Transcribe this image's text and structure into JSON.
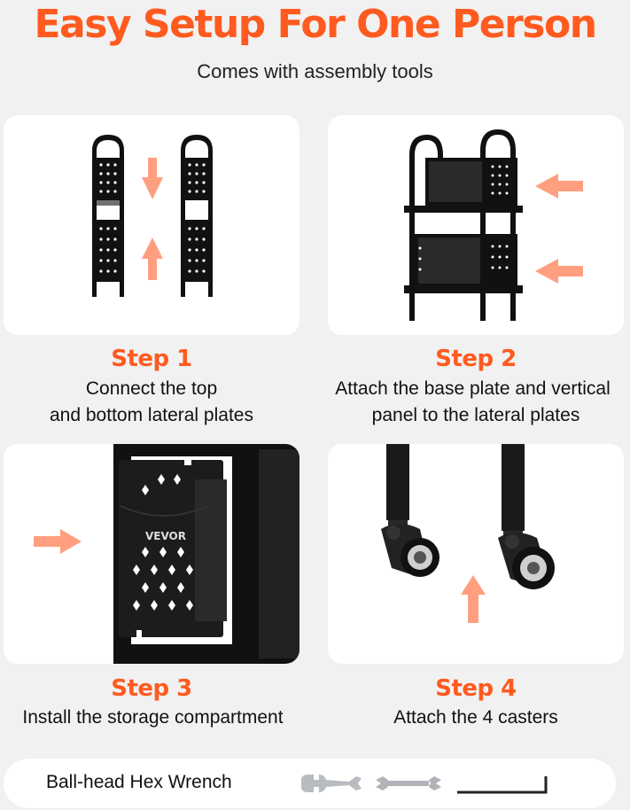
{
  "header": {
    "title": "Easy Setup For One Person",
    "subtitle": "Comes with assembly tools"
  },
  "colors": {
    "accent": "#ff5a1f",
    "arrow": "#ff9f7f",
    "background": "#f1f1f1",
    "panel": "#ffffff",
    "metal": "#111111"
  },
  "steps": [
    {
      "title": "Step 1",
      "line1": "Connect the top",
      "line2": "and bottom lateral plates",
      "image": "lateral-plates-image"
    },
    {
      "title": "Step 2",
      "line1": "Attach the base plate and vertical",
      "line2": "panel to the lateral plates",
      "image": "cart-frame-image"
    },
    {
      "title": "Step 3",
      "line1": "Install the storage compartment",
      "line2": "",
      "image": "storage-compartment-image",
      "brand_mark": "VEVOR"
    },
    {
      "title": "Step 4",
      "line1": "Attach the 4 casters",
      "line2": "",
      "image": "casters-image"
    }
  ],
  "tools": {
    "label": "Ball-head Hex Wrench",
    "items": [
      "wrench-icon",
      "double-wrench-icon",
      "hex-key-icon"
    ]
  }
}
